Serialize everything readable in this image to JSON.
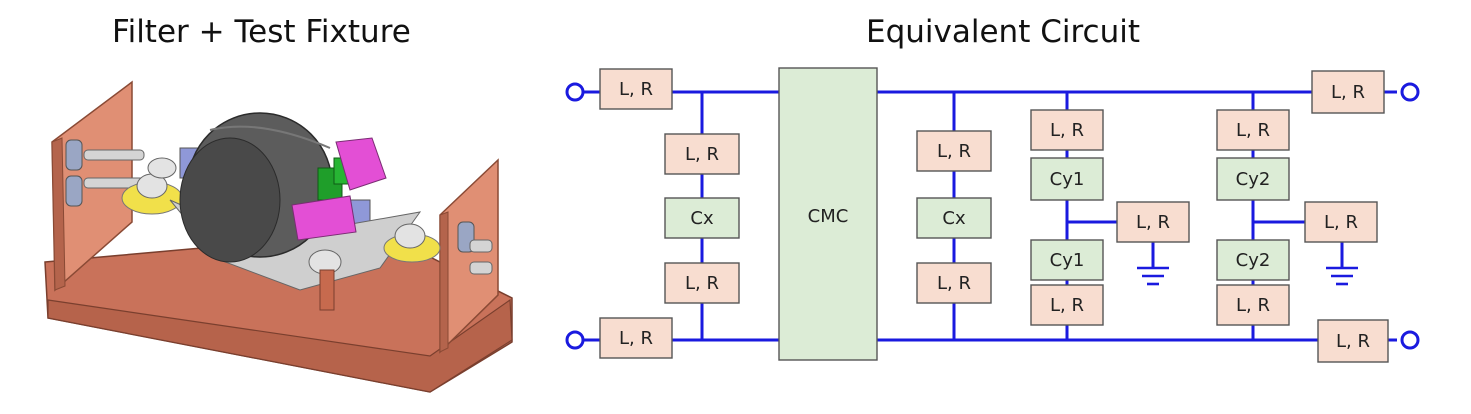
{
  "titles": {
    "left": "Filter + Test Fixture",
    "right": "Equivalent Circuit"
  },
  "labels": {
    "lr": "L, R",
    "cx": "Cx",
    "cmc": "CMC",
    "cy1": "Cy1",
    "cy2": "Cy2"
  },
  "colors": {
    "wire": "#1a1adf",
    "lr_fill": "#f8ddd0",
    "cap_fill": "#dcecd6"
  }
}
